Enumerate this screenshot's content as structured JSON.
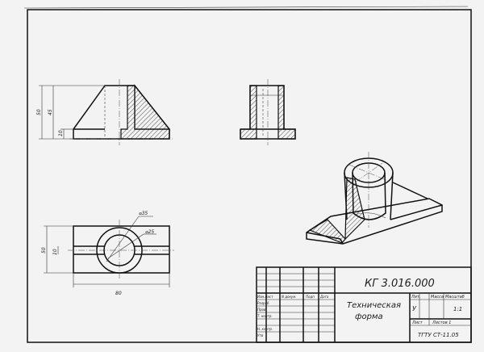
{
  "dimensions": {
    "front_height": "50",
    "front_mid": "45",
    "front_base": "10",
    "top_depth": "50",
    "top_slot": "10",
    "top_length": "80",
    "outer_diameter": "⌀35",
    "inner_diameter": "⌀25"
  },
  "title_block": {
    "doc_code": "КГ 3.016.000",
    "part_name_line1": "Техническая",
    "part_name_line2": "форма",
    "col_lit": "Лит.",
    "col_mass": "Масса",
    "col_scale": "Масштаб",
    "lit_value": "У",
    "scale_value": "1:1",
    "sheet_label": "Лист",
    "sheets_label": "Листов 1",
    "organization": "ТГТУ СТ-11.05",
    "hdr_izm": "Изм.Лист",
    "hdr_ndok": "N докум.",
    "hdr_podp": "Подп",
    "hdr_data": "Дата",
    "role_razrab": "Разраб",
    "role_prov": "Пров",
    "role_tkontr": "Т. контр.",
    "role_nkontr": "Н. контр.",
    "role_utv": "Утв"
  }
}
